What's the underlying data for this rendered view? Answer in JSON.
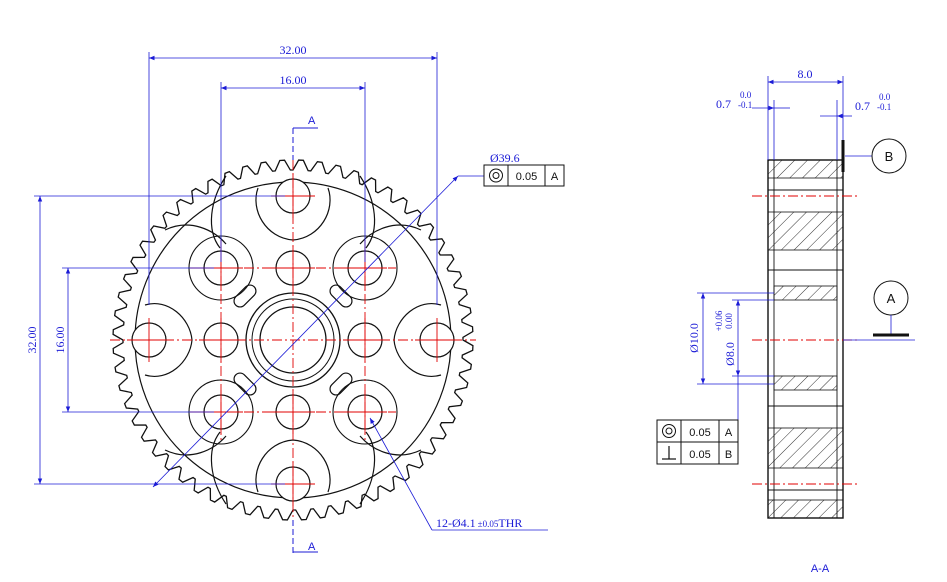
{
  "front_view": {
    "dims": {
      "overall_width": "32.00",
      "inner_width": "16.00",
      "overall_height": "32.00",
      "inner_height": "16.00"
    },
    "diameter": "Ø39.6",
    "diameter_fcf": {
      "symbol": "concentricity",
      "tolerance": "0.05",
      "datum": "A"
    },
    "hole_note": {
      "prefix": "12-Ø4.1",
      "tol": "±0.05",
      "suffix": "THR"
    },
    "section_mark_top": "A",
    "section_mark_bottom": "A"
  },
  "section_view": {
    "width_dim": "8.0",
    "left_offset": {
      "value": "0.7",
      "upper": "0.0",
      "lower": "-0.1"
    },
    "right_offset": {
      "value": "0.7",
      "upper": "0.0",
      "lower": "-0.1"
    },
    "outer_diameter": "Ø10.0",
    "bore": {
      "value": "Ø8.0",
      "upper": "+0.06",
      "lower": "0.00"
    },
    "fcf_rows": [
      {
        "symbol": "concentricity",
        "tolerance": "0.05",
        "datum": "A"
      },
      {
        "symbol": "perpendicularity",
        "tolerance": "0.05",
        "datum": "B"
      }
    ],
    "datum_a": "A",
    "datum_b": "B",
    "label": "A-A"
  },
  "colors": {
    "dimension": "#1b1bd6",
    "centerline": "#e00000",
    "outline": "#111111"
  }
}
